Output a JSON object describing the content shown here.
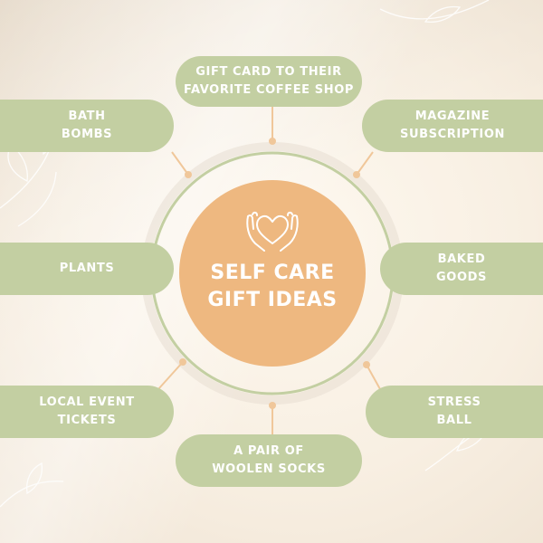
{
  "center": {
    "title": "SELF CARE\nGIFT IDEAS",
    "icon": "heart-hands-icon"
  },
  "ideas": {
    "coffee": "GIFT CARD TO THEIR\nFAVORITE COFFEE SHOP",
    "bath": "BATH\nBOMBS",
    "magazine": "MAGAZINE\nSUBSCRIPTION",
    "plants": "PLANTS",
    "baked": "BAKED\nGOODS",
    "local": "LOCAL EVENT\nTICKETS",
    "stress": "STRESS\nBALL",
    "socks": "A PAIR OF\nWOOLEN SOCKS"
  },
  "colors": {
    "background": "#f8efe2",
    "pill": "#c3cfa2",
    "center": "#eeb880",
    "ring": "#c3cfa2",
    "connector": "#f0c79a"
  }
}
